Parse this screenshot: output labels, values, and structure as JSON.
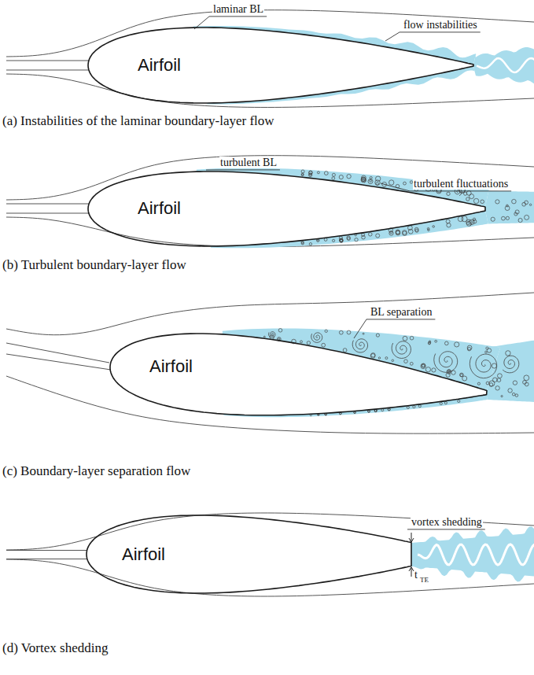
{
  "diagram": {
    "nodes": [
      {
        "text": [
          "Airfoil"
        ]
      },
      {
        "text": [
          "Airfoil"
        ]
      },
      {
        "text": [
          "Airfoil"
        ]
      },
      {
        "text": [
          "Airfoil"
        ]
      }
    ],
    "labels": [
      "laminar BL",
      "flow instabilities",
      "(a) Instabilities of the laminar boundary-layer flow",
      "turbulent BL",
      "turbulent fluctuations",
      "(b) Turbulent boundary-layer flow",
      "BL separation",
      "(c) Boundary-layer separation flow",
      "vortex shedding",
      "t",
      "TE",
      "(d) Vortex shedding"
    ]
  }
}
